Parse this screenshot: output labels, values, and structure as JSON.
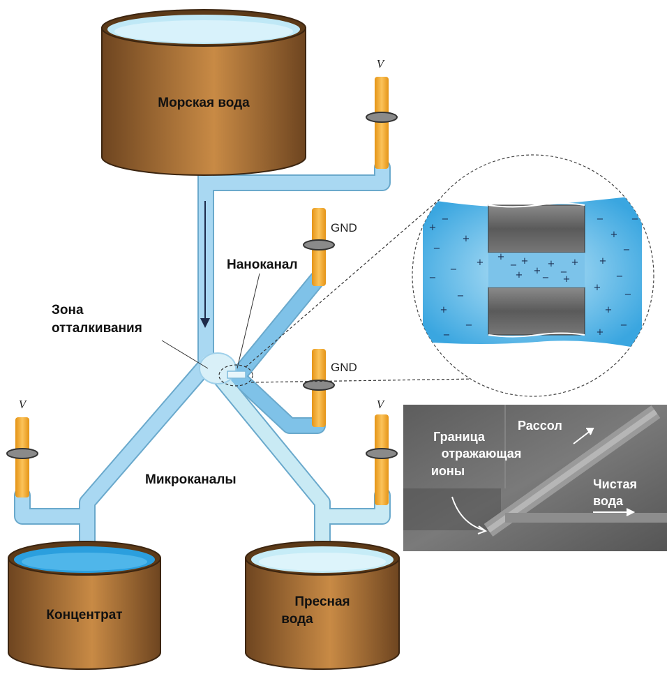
{
  "tanks": {
    "sea_water": "Морская вода",
    "concentrate": "Концентрат",
    "fresh_water": [
      "Пресная",
      "вода"
    ]
  },
  "labels": {
    "nanochannel": "Наноканал",
    "repulsion_zone": [
      "Зона",
      "отталкивания"
    ],
    "microchannels": "Микроканалы"
  },
  "electrodes": {
    "top_right": "V",
    "ground_upper": "GND",
    "ground_lower": "GND",
    "bottom_left": "V",
    "bottom_right": "V"
  },
  "photo_inset": {
    "boundary": [
      "Граница",
      "отражающая",
      "ионы"
    ],
    "brine": "Рассол",
    "clean_water": [
      "Чистая",
      "вода"
    ]
  },
  "magnified_view": {
    "ion_symbols": [
      "+",
      "−"
    ]
  },
  "colors": {
    "tank_brown": "#8b5a2b",
    "tank_highlight": "#c88a45",
    "sea_water_blue": "#3aa6e0",
    "channel_blue": "#8ec9ea",
    "electrode_orange": "#f0a62a",
    "photo_gray": "#6b6b6b"
  }
}
